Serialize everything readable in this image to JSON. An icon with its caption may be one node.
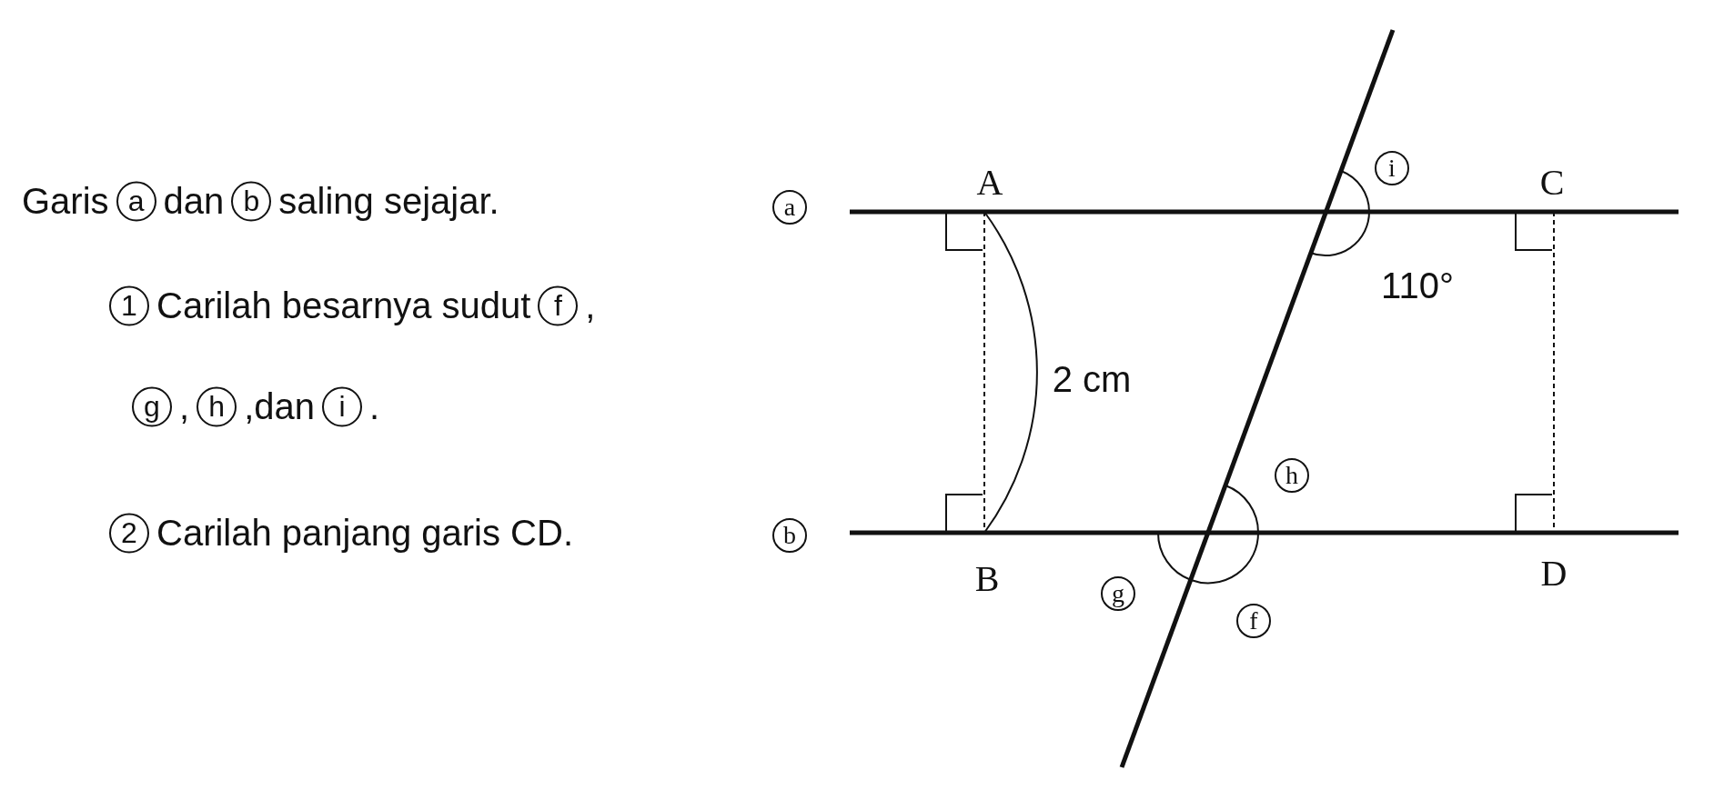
{
  "diagram": {
    "labels": [
      "Garis",
      "a",
      "dan",
      "b",
      "saling sejajar.",
      "1",
      "Carilah besarnya sudut",
      "f",
      ",",
      "g",
      ",",
      "h",
      ",dan",
      "i",
      ".",
      "2",
      "Carilah panjang garis CD.",
      "a",
      "A",
      "i",
      "C",
      "110°",
      "2 cm",
      "h",
      "b",
      "B",
      "g",
      "f",
      "D"
    ]
  }
}
